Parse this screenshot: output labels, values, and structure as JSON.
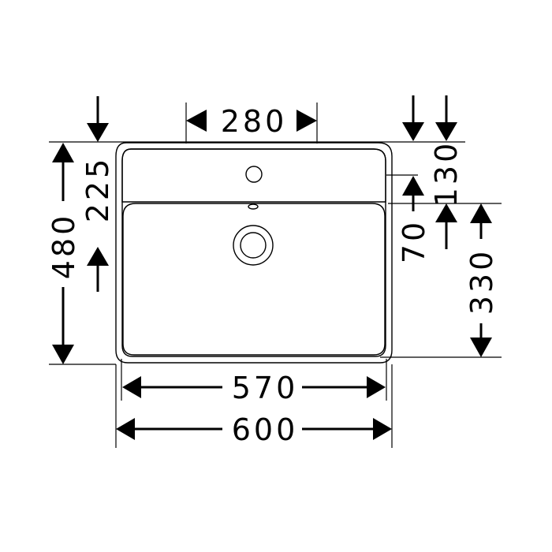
{
  "dimensions": {
    "tap_hole_spacing": "280",
    "basin_height_to_tap": "225",
    "total_depth": "480",
    "overflow_offset": "130",
    "tap_ledge": "70",
    "bowl_depth": "330",
    "inner_width": "570",
    "total_width": "600"
  },
  "colors": {
    "line": "#000000",
    "background": "#ffffff"
  }
}
